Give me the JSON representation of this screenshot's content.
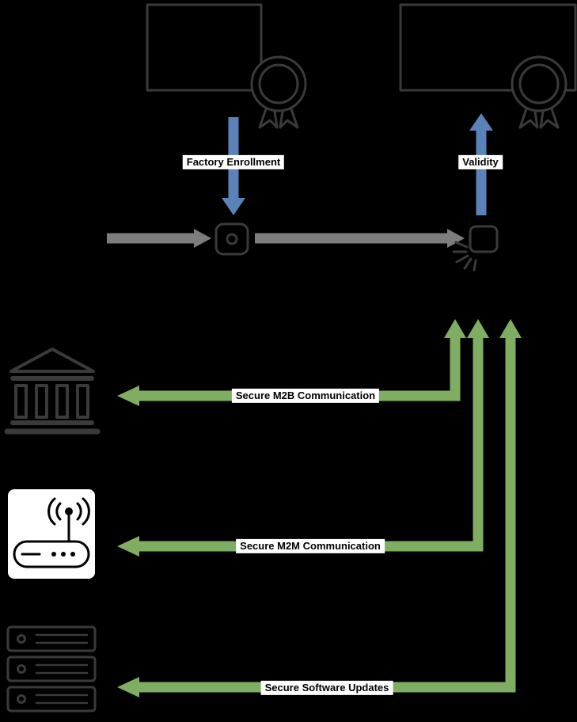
{
  "diagram": {
    "background_color": "#000000",
    "colors": {
      "enrollment_arrow_blue": "#5b82b8",
      "flow_arrow_gray": "#7d7d7d",
      "secure_arrow_green": "#7fad62",
      "label_background": "#ffffff",
      "label_text": "#000000",
      "icon_outline": "#3a3a3a",
      "router_panel_background": "#ffffff",
      "router_icon_black": "#000000"
    },
    "arrows": {
      "factory_enrollment": {
        "label": "Factory Enrollment",
        "direction": "down"
      },
      "validity": {
        "label": "Validity",
        "direction": "up"
      },
      "flow_left": {
        "direction": "right"
      },
      "flow_right": {
        "direction": "right"
      },
      "secure_m2b": {
        "label": "Secure M2B Communication",
        "direction": "left-and-up"
      },
      "secure_m2m": {
        "label": "Secure M2M Communication",
        "direction": "left-and-up"
      },
      "secure_updates": {
        "label": "Secure Software Updates",
        "direction": "left-and-up"
      }
    },
    "icons": [
      {
        "name": "factory-certificate-icon",
        "glyph": "certificate-with-seal"
      },
      {
        "name": "operational-certificate-icon",
        "glyph": "certificate-with-seal"
      },
      {
        "name": "device-icon",
        "glyph": "iot-device"
      },
      {
        "name": "device-active-icon",
        "glyph": "iot-device-burst"
      },
      {
        "name": "bank-icon",
        "glyph": "bank-building"
      },
      {
        "name": "router-icon",
        "glyph": "wifi-router"
      },
      {
        "name": "server-stack-icon",
        "glyph": "server-stack"
      }
    ]
  }
}
